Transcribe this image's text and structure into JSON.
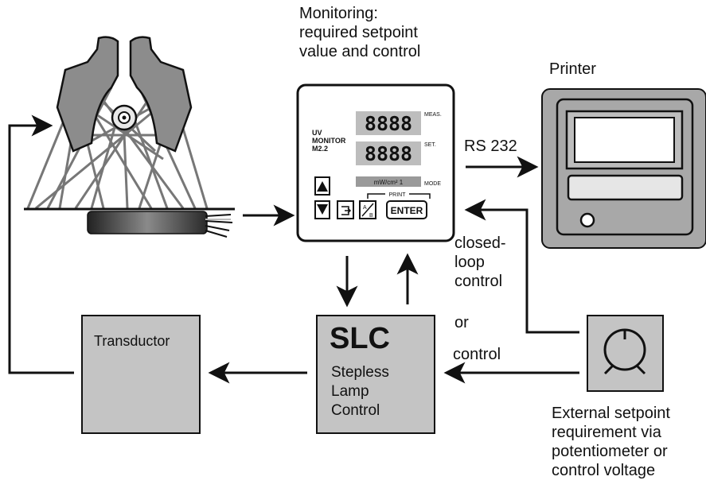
{
  "captions": {
    "monitoring": "Monitoring:\nrequired setpoint\nvalue and control",
    "printer": "Printer",
    "rs232": "RS 232",
    "closed_loop": "closed-\nloop\ncontrol",
    "or": "or",
    "control": "control",
    "external": "External setpoint\nrequirement via\npotentiometer or\ncontrol voltage"
  },
  "monitor": {
    "title_line1": "UV",
    "title_line2": "MONITOR",
    "title_line3": "M2.2",
    "display_meas": "8888",
    "display_set": "8888",
    "label_meas": "MEAS.",
    "label_set": "SET.",
    "unit": "mW/cm² 1",
    "label_mode": "MODE",
    "label_print": "PRINT",
    "enter": "ENTER",
    "ab_top": "A",
    "ab_bottom": "B"
  },
  "slc": {
    "title": "SLC",
    "line1": "Stepless",
    "line2": "Lamp",
    "line3": "Control"
  },
  "transductor": {
    "label": "Transductor"
  },
  "colors": {
    "box_gray": "#c4c4c4",
    "printer_gray": "#a8a8a8",
    "unit_bar": "#9a9a9a",
    "line": "#111111"
  }
}
